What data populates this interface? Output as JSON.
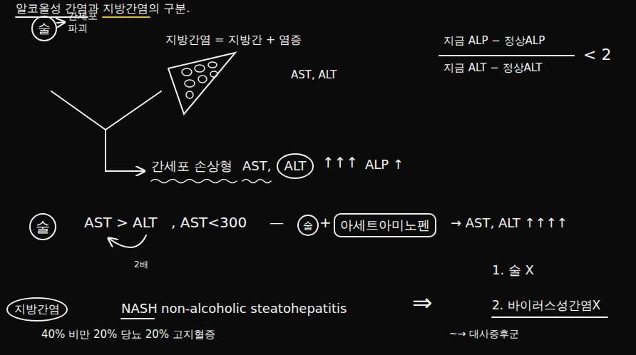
{
  "diagram": {
    "title": "알코올성 간염과 지방간염의 구분.",
    "nodes": [
      {
        "text": [
          "술"
        ]
      },
      {
        "text": [
          "술"
        ]
      },
      {
        "text": [
          "술"
        ]
      },
      {
        "text": [
          "아세트아미노펜"
        ]
      },
      {
        "text": [
          "지방간염"
        ]
      },
      {
        "text": [
          "ALT"
        ]
      }
    ],
    "labels": [
      "간세포 파괴",
      "지방간염 = 지방간 + 염증",
      "AST, ALT",
      "지금 ALP − 정상ALP",
      "지금 ALT − 정상ALT",
      "< 2",
      "간세포 손상형",
      "AST,",
      "↑↑↑",
      "ALP ↑",
      "AST > ALT",
      ", AST<300",
      "—",
      "+",
      "→ AST, ALT ↑↑↑↑",
      "2배",
      "NASH",
      "non-alcoholic steatohepatitis",
      "⇒",
      "1. 술 X",
      "2. 바이러스성간염X",
      "40% 비만 20% 당뇨 20% 고지혈증",
      "~→ 대사증후군"
    ]
  }
}
